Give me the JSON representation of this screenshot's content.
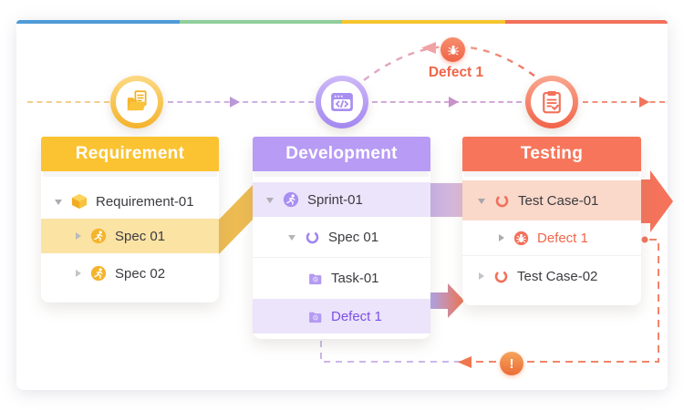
{
  "flow": {
    "stages": [
      "Requirement",
      "Development",
      "Testing"
    ]
  },
  "columns": [
    {
      "title": "Requirement",
      "items": [
        {
          "label": "Requirement-01",
          "icon": "cube-icon",
          "caret": "down"
        },
        {
          "label": "Spec 01",
          "icon": "runner-icon",
          "caret": "right",
          "highlighted": true
        },
        {
          "label": "Spec 02",
          "icon": "runner-icon",
          "caret": "right"
        }
      ]
    },
    {
      "title": "Development",
      "items": [
        {
          "label": "Sprint-01",
          "icon": "runner-icon",
          "caret": "down",
          "highlighted": true
        },
        {
          "label": "Spec 01",
          "icon": "ring-icon",
          "caret": "down"
        },
        {
          "label": "Task-01",
          "icon": "folder-icon"
        },
        {
          "label": "Defect 1",
          "icon": "folder-icon",
          "highlighted": true
        }
      ]
    },
    {
      "title": "Testing",
      "items": [
        {
          "label": "Test Case-01",
          "icon": "ring-icon",
          "caret": "down",
          "highlighted": true
        },
        {
          "label": "Defect 1",
          "icon": "bug-icon",
          "caret": "right"
        },
        {
          "label": "Test Case-02",
          "icon": "ring-icon",
          "caret": "right"
        }
      ]
    }
  ],
  "annotations": {
    "defect_loop_label": "Defect 1",
    "warning_symbol": "!"
  },
  "colors": {
    "accent_bar": [
      "#4E9BD8",
      "#90CE9C",
      "#F6C52E",
      "#F2705A"
    ],
    "requirement_accent": "#FBC332",
    "development_accent": "#B79BF4",
    "testing_accent": "#F7765B",
    "requirement_highlight": "#FBE3A4",
    "development_highlight": "#EBE4FA",
    "testing_highlight": "#FAD8CA",
    "defect_text_purple": "#7D4FE8",
    "defect_text_coral": "#F0664A"
  }
}
